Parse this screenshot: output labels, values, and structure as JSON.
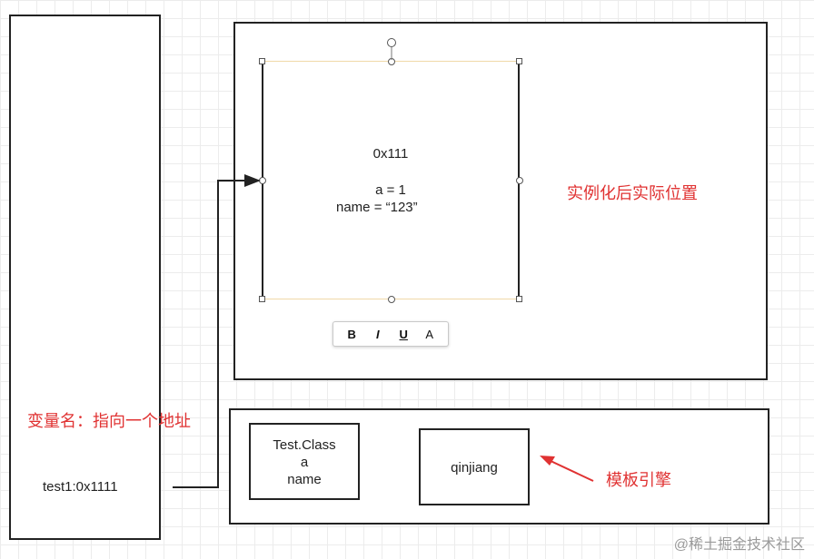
{
  "variable_box": {
    "label": "变量名：指向一个地址",
    "value": "test1:0x1111"
  },
  "instance_area": {
    "label": "实例化后实际位置",
    "object": {
      "address": "0x111",
      "field_a": "a = 1",
      "field_name": "name =   “123”"
    },
    "toolbar": {
      "bold": "B",
      "italic": "I",
      "underline": "U",
      "font_color": "A"
    }
  },
  "template_area": {
    "class_box": {
      "name": "Test.Class",
      "field_a": "a",
      "field_name": "name"
    },
    "engine_box": {
      "name": "qinjiang"
    },
    "label": "模板引擎"
  },
  "watermark": "@稀土掘金技术社区",
  "colors": {
    "annotation": "#e03232",
    "stroke": "#222222",
    "selection_border": "#f0d9a8"
  }
}
